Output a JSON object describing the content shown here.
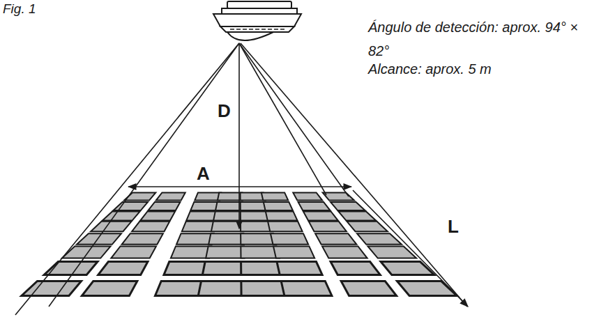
{
  "diagram": {
    "labels": [
      "Fig. 1",
      "Ángulo de detección: aprox. 94° × 82°",
      "Alcance: aprox. 5 m",
      "D",
      "A",
      "L"
    ]
  }
}
